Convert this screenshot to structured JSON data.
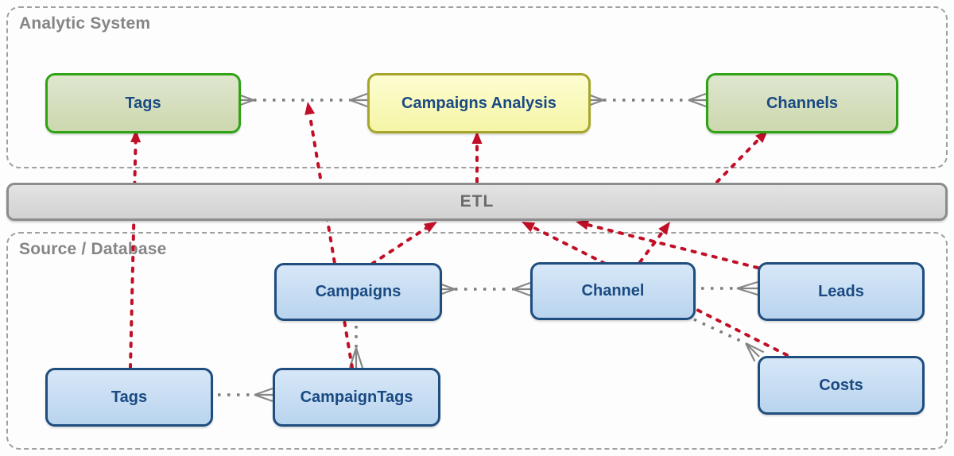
{
  "analytic_section": {
    "label": "Analytic System",
    "entities": {
      "tags": "Tags",
      "campaigns_analysis": "Campaigns Analysis",
      "channels": "Channels"
    }
  },
  "etl_bar": {
    "label": "ETL"
  },
  "source_section": {
    "label": "Source / Database",
    "entities": {
      "campaigns": "Campaigns",
      "channel": "Channel",
      "leads": "Leads",
      "costs": "Costs",
      "tags": "Tags",
      "campaign_tags": "CampaignTags"
    }
  },
  "er_relations": [
    {
      "from": "Tags (analytic)",
      "to": "Campaigns Analysis",
      "cardinality": "many-to-many"
    },
    {
      "from": "Campaigns Analysis",
      "to": "Channels",
      "cardinality": "many-to-many"
    },
    {
      "from": "Campaigns",
      "to": "Channel",
      "cardinality": "many-to-many"
    },
    {
      "from": "Channel",
      "to": "Leads",
      "cardinality": "one-to-many"
    },
    {
      "from": "Channel",
      "to": "Costs",
      "cardinality": "one-to-many"
    },
    {
      "from": "Tags (source)",
      "to": "CampaignTags",
      "cardinality": "one-to-many"
    },
    {
      "from": "Campaigns",
      "to": "CampaignTags",
      "cardinality": "one-to-many"
    }
  ],
  "etl_flows": [
    {
      "from": "Tags (source)",
      "to": "Tags (analytic)"
    },
    {
      "from": "CampaignTags",
      "to": "Tags / Campaigns Analysis relation"
    },
    {
      "from": "Campaigns",
      "to": "ETL"
    },
    {
      "from": "ETL",
      "to": "Campaigns Analysis"
    },
    {
      "from": "Channel",
      "to": "ETL"
    },
    {
      "from": "Leads",
      "to": "ETL"
    },
    {
      "from": "Costs",
      "to": "ETL"
    },
    {
      "from": "ETL",
      "to": "Channels"
    }
  ],
  "colors": {
    "flow_arrow_red": "#c00f26",
    "relation_gray": "#7d7d7d",
    "entity_text_navy": "#1a4a82",
    "blue_fill": "#c4dbf2",
    "blue_border": "#1f4d7e",
    "green_fill": "#ccd8ae",
    "green_border": "#2fa315",
    "yellow_fill": "#f5f5a6",
    "yellow_border": "#a6a62e",
    "etl_fill": "#d9d9d9",
    "etl_border": "#8c8c8c",
    "container_border": "#a0a0a0",
    "section_label_gray": "#858585"
  }
}
